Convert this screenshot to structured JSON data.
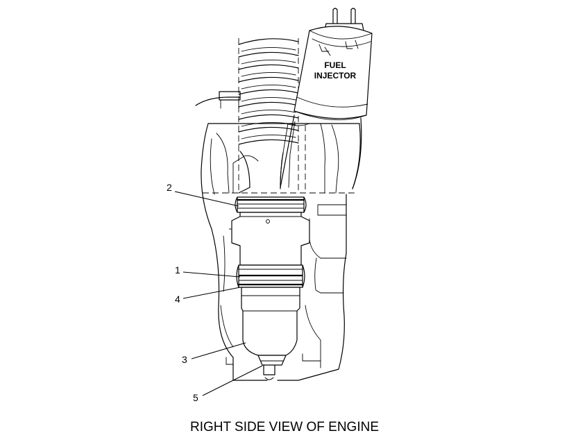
{
  "caption": "RIGHT SIDE VIEW OF ENGINE",
  "injector_label": [
    "FUEL",
    "INJECTOR"
  ],
  "callouts": {
    "c1": "1",
    "c2": "2",
    "c3": "3",
    "c4": "4",
    "c5": "5"
  }
}
